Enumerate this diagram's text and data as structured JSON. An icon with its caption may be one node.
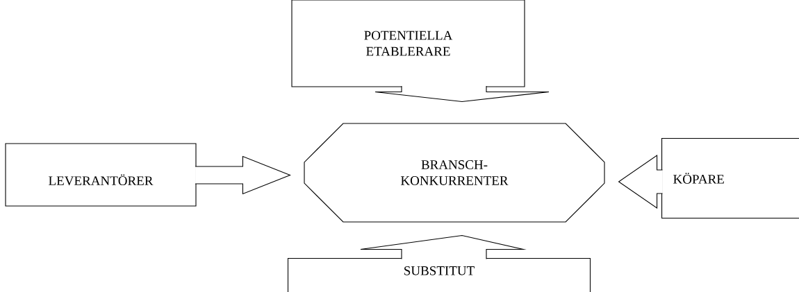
{
  "diagram": {
    "nodes": [
      {
        "text": [
          "POTENTIELLA ETABLERARE"
        ]
      },
      {
        "text": [
          "BRANSCH- KONKURRENTER"
        ]
      },
      {
        "text": [
          "LEVERANTÖRER"
        ]
      },
      {
        "text": [
          "KÖPARE"
        ]
      },
      {
        "text": [
          "SUBSTITUT"
        ]
      }
    ],
    "edges": [
      {
        "from": 0,
        "to": 1,
        "arrow": "to"
      },
      {
        "from": 2,
        "to": 1,
        "arrow": "to"
      },
      {
        "from": 3,
        "to": 1,
        "arrow": "to"
      },
      {
        "from": 4,
        "to": 1,
        "arrow": "to"
      }
    ]
  }
}
